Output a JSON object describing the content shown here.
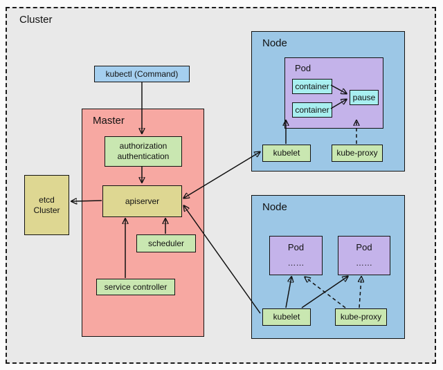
{
  "cluster": {
    "label": "Cluster"
  },
  "kubectl": {
    "label": "kubectl (Command)"
  },
  "master": {
    "label": "Master",
    "auth_label": "authorization authentication",
    "apiserver_label": "apiserver",
    "scheduler_label": "scheduler",
    "service_controller_label": "service controller"
  },
  "etcd": {
    "label": "etcd Cluster"
  },
  "node_top": {
    "label": "Node",
    "pod": {
      "label": "Pod",
      "container1_label": "container",
      "container2_label": "container",
      "pause_label": "pause"
    },
    "kubelet_label": "kubelet",
    "kube_proxy_label": "kube-proxy"
  },
  "node_bottom": {
    "label": "Node",
    "pod_left": {
      "label": "Pod",
      "ellipsis": "……"
    },
    "pod_right": {
      "label": "Pod",
      "ellipsis": "……"
    },
    "kubelet_label": "kubelet",
    "kube_proxy_label": "kube-proxy"
  },
  "colors": {
    "canvas_gray": "#e9e9e9",
    "node_blue": "#9cc7e6",
    "kubectl_blue": "#a5cfef",
    "master_salmon": "#f7a8a2",
    "component_green": "#c9e7b1",
    "store_khaki": "#ded792",
    "pod_purple": "#c4b3ea",
    "container_cyan": "#a8eff0",
    "line_black": "#111111"
  }
}
